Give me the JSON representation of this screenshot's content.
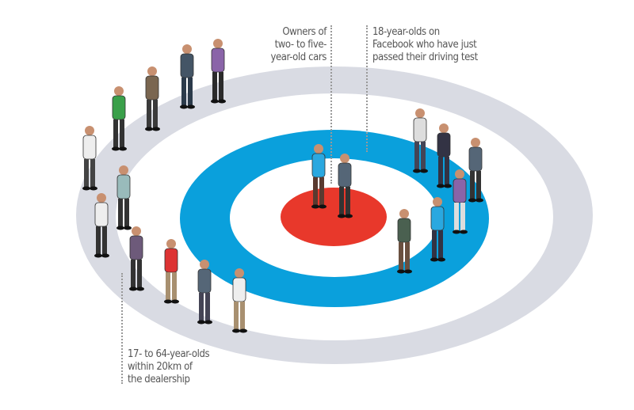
{
  "colors": {
    "outer_ring": "#d9dbe3",
    "middle_ring": "#0aa0dc",
    "bullseye": "#e8382b",
    "text": "#555555"
  },
  "labels": {
    "inner": "Owners of two- to five-year-old cars",
    "middle": "18-year-olds on Facebook who have just passed their driving test",
    "outer": "17- to 64-year-olds within 20km of the dealership"
  },
  "lines": {
    "inner": [
      "Owners of",
      "two- to five-",
      "year-old cars"
    ],
    "middle": [
      "18-year-olds on",
      "Facebook who have just",
      "passed their driving test"
    ],
    "outer": [
      "17- to 64-year-olds",
      "within 20km of",
      "the dealership"
    ]
  }
}
